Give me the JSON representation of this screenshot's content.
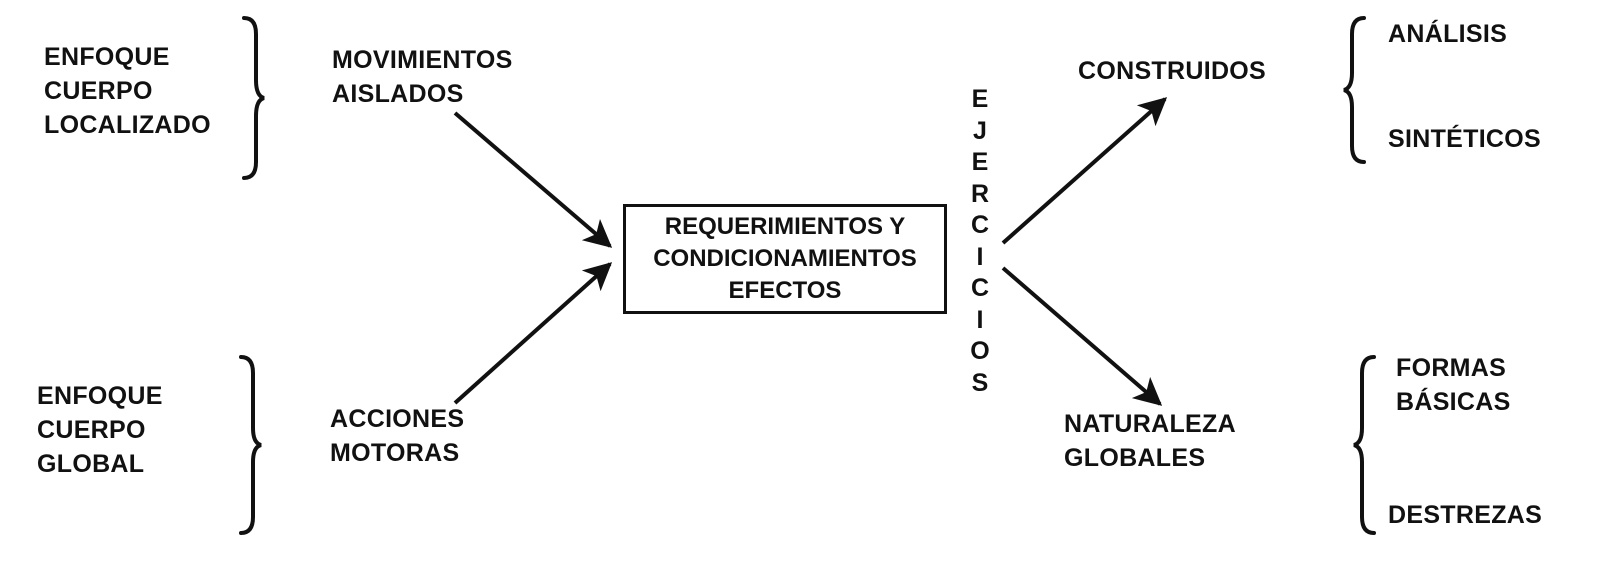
{
  "left_top": {
    "focus": [
      "ENFOQUE",
      "CUERPO",
      "LOCALIZADO"
    ],
    "items": [
      "MOVIMIENTOS",
      "AISLADOS"
    ]
  },
  "left_bottom": {
    "focus": [
      "ENFOQUE",
      "CUERPO",
      "GLOBAL"
    ],
    "items": [
      "ACCIONES",
      "MOTORAS"
    ]
  },
  "center": [
    "REQUERIMIENTOS Y",
    "CONDICIONAMIENTOS",
    "EFECTOS"
  ],
  "vertical_label": "EJERCICIOS",
  "right_top": {
    "category": "CONSTRUIDOS",
    "subtypes": [
      [
        "ANÁLISIS"
      ],
      [
        "SINTÉTICOS"
      ]
    ]
  },
  "right_bottom": {
    "category": [
      "NATURALEZA",
      "GLOBALES"
    ],
    "subtypes": [
      [
        "FORMAS",
        "BÁSICAS"
      ],
      [
        "DESTREZAS"
      ]
    ]
  },
  "colors": {
    "ink": "#111111",
    "background": "#ffffff"
  }
}
